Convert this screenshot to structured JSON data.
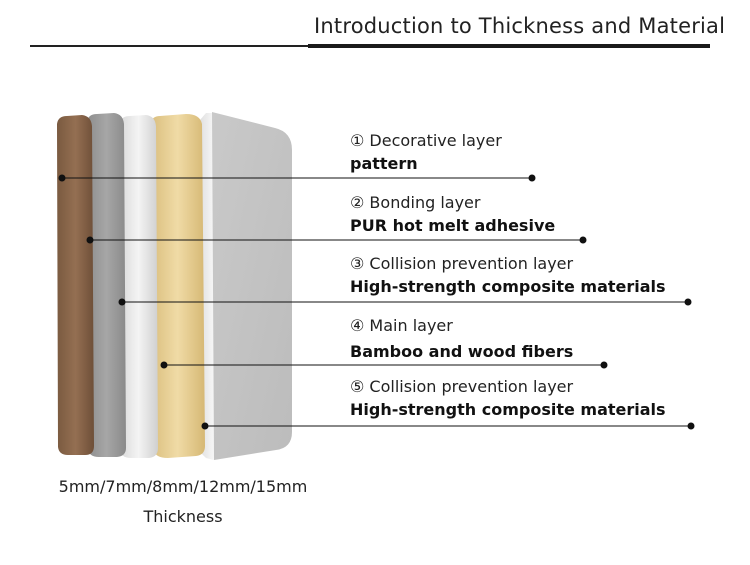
{
  "header": {
    "title": "Introduction to Thickness and Material"
  },
  "layers": [
    {
      "title": "① Decorative layer",
      "desc": "pattern"
    },
    {
      "title": "② Bonding layer",
      "desc": "PUR hot melt adhesive"
    },
    {
      "title": "③ Collision prevention layer",
      "desc": "High-strength composite materials"
    },
    {
      "title": "④ Main layer",
      "desc": "Bamboo and wood fibers"
    },
    {
      "title": "⑤ Collision prevention layer",
      "desc": "High-strength composite materials"
    }
  ],
  "footer": {
    "thickness_values": "5mm/7mm/8mm/12mm/15mm",
    "thickness_label": "Thickness"
  },
  "colors": {
    "decorative": "#8a6a4e",
    "bonding": "#9a9a9a",
    "collision": "#e8e8e8",
    "main": "#e6cf95",
    "back": "#c8c8c8",
    "lines": "#111111"
  }
}
